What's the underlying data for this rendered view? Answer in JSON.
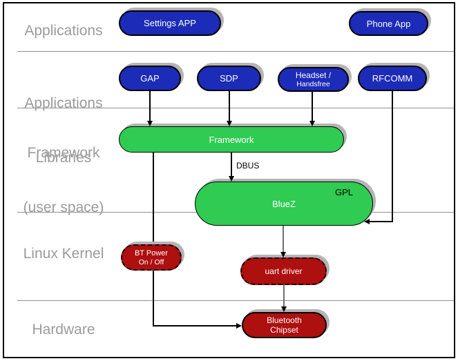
{
  "diagram": {
    "type": "layered-architecture",
    "rows": [
      {
        "label_line1": "Applications",
        "label_line2": ""
      },
      {
        "label_line1": "Applications",
        "label_line2": "Framework"
      },
      {
        "label_line1": "Libraries",
        "label_line2": "(user space)"
      },
      {
        "label_line1": "Linux Kernel",
        "label_line2": ""
      },
      {
        "label_line1": "Hardware",
        "label_line2": ""
      }
    ],
    "nodes": {
      "settings_app": {
        "label": "Settings APP",
        "layer": "Applications",
        "color": "#1c2bb8"
      },
      "phone_app": {
        "label": "Phone App",
        "layer": "Applications",
        "color": "#1c2bb8"
      },
      "gap": {
        "label": "GAP",
        "layer": "Applications Framework",
        "color": "#1c2bb8"
      },
      "sdp": {
        "label": "SDP",
        "layer": "Applications Framework",
        "color": "#1c2bb8"
      },
      "headset": {
        "line1": "Headset /",
        "line2": "Handsfree",
        "layer": "Applications Framework",
        "color": "#1c2bb8"
      },
      "rfcomm": {
        "label": "RFCOMM",
        "layer": "Applications Framework",
        "color": "#1c2bb8"
      },
      "framework": {
        "label": "Framework",
        "layer": "Libraries (user space)",
        "color": "#2fcb53"
      },
      "bluez": {
        "label": "BlueZ",
        "badge": "GPL",
        "layer": "Libraries (user space)",
        "color": "#2fcb53"
      },
      "bt_power": {
        "line1": "BT Power",
        "line2": "On / Off",
        "layer": "Linux Kernel",
        "color": "#ae0f0f"
      },
      "uart_driver": {
        "label": "uart driver",
        "layer": "Linux Kernel",
        "color": "#ae0f0f"
      },
      "bt_chipset": {
        "line1": "Bluetooth",
        "line2": "Chipset",
        "layer": "Hardware",
        "color": "#ae0f0f"
      }
    },
    "edges": {
      "dbus_label": "DBUS"
    },
    "colors": {
      "app_blue": "#1c2bb8",
      "lib_green": "#2fcb53",
      "kernel_red": "#ae0f0f",
      "label_gray": "#9b9b9b",
      "divider_gray": "#8f8f8f",
      "shadow_gray": "#b4b4b4",
      "connector_black": "#000000",
      "connector_gray": "#6f6f6f"
    }
  }
}
